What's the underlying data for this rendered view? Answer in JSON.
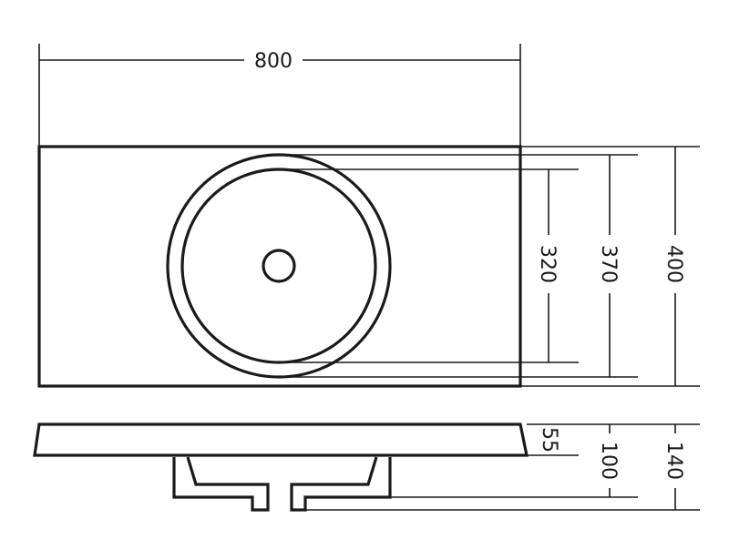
{
  "drawing": {
    "width_label": "800",
    "inner_bowl_label": "320",
    "outer_bowl_label": "370",
    "depth_label": "400",
    "top_thickness_label": "55",
    "bowl_height_label": "100",
    "total_height_label": "140"
  }
}
